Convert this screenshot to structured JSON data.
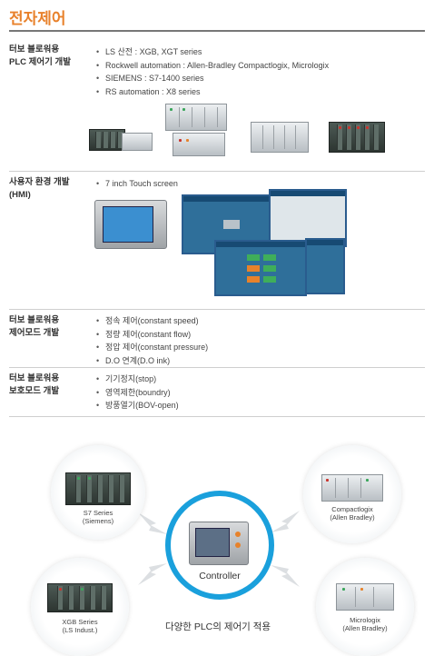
{
  "page": {
    "title": "전자제어"
  },
  "sections": [
    {
      "label": "터보 블로워용\nPLC 제어기 개발",
      "items": [
        "LS 산전 : XGB, XGT series",
        "Rockwell automation : Allen-Bradley Compactlogix, Micrologix",
        "SIEMENS : S7-1400 series",
        "RS automation : X8 series"
      ]
    },
    {
      "label": "사용자 환경 개발\n(HMI)",
      "items": [
        "7 inch Touch screen"
      ]
    },
    {
      "label": "터보 블로워용\n제어모드 개발",
      "items": [
        "정속 제어(constant speed)",
        "정량 제어(constant flow)",
        "정압 제어(constant pressure)",
        "D.O 연계(D.O ink)"
      ]
    },
    {
      "label": "터보 블로워용\n보호모드 개발",
      "items": [
        "기기정지(stop)",
        "영역제한(boundry)",
        "방풍열기(BOV-open)"
      ]
    }
  ],
  "diagram": {
    "center_label": "Controller",
    "nodes": [
      {
        "caption": "S7 Series\n(Siemens)"
      },
      {
        "caption": "Compactlogix\n(Allen Bradley)"
      },
      {
        "caption": "XGB Series\n(LS Indust.)"
      },
      {
        "caption": "Micrologix\n(Allen Bradley)"
      }
    ],
    "caption": "다양한 PLC의 제어기 적용"
  },
  "colors": {
    "accent": "#e8812b",
    "controller_ring": "#1aa0dc"
  }
}
